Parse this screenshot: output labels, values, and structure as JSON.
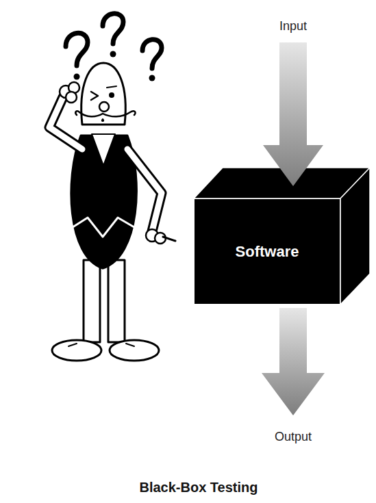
{
  "diagram": {
    "caption": "Black-Box Testing",
    "nodes": [
      {
        "text": [
          "Software"
        ]
      }
    ],
    "labels": [
      "Input",
      "Output"
    ]
  }
}
